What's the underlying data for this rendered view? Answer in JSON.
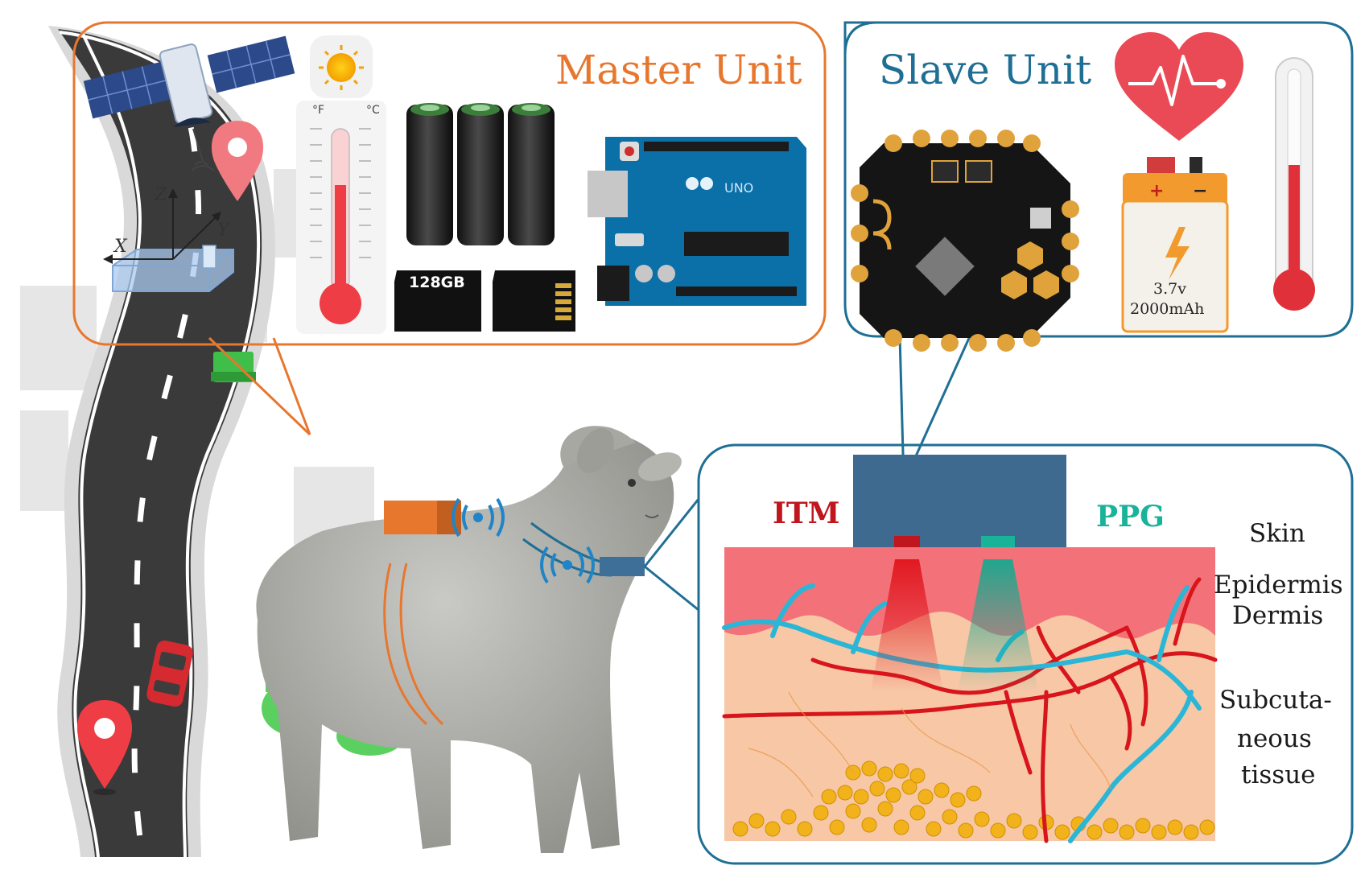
{
  "master_unit": {
    "title": "Master Unit",
    "thermometer_units": [
      "°F",
      "°C"
    ],
    "sd_card_label": "128GB",
    "board_label": "UNO"
  },
  "slave_unit": {
    "title": "Slave Unit",
    "battery_voltage": "3.7v",
    "battery_capacity": "2000mAh"
  },
  "sensors": {
    "itm": "ITM",
    "ppg": "PPG"
  },
  "tissue_layers": {
    "skin": "Skin",
    "epidermis": "Epidermis",
    "dermis": "Dermis",
    "subcutaneous": [
      "Subcuta-",
      "neous",
      "tissue"
    ]
  },
  "axes": {
    "z": "Z",
    "x": "X",
    "y": "Y"
  },
  "colors": {
    "master_accent": "#e8772e",
    "slave_accent": "#1f6f95",
    "itm_red": "#c0161e",
    "ppg_teal": "#19b39a",
    "road": "#3b3b3b",
    "skin_pink": "#f3727a",
    "dermis_tan": "#f7c7a6",
    "vein_blue": "#2ab6d6",
    "artery_red": "#d8141c",
    "fat_yellow": "#f2b21c"
  }
}
